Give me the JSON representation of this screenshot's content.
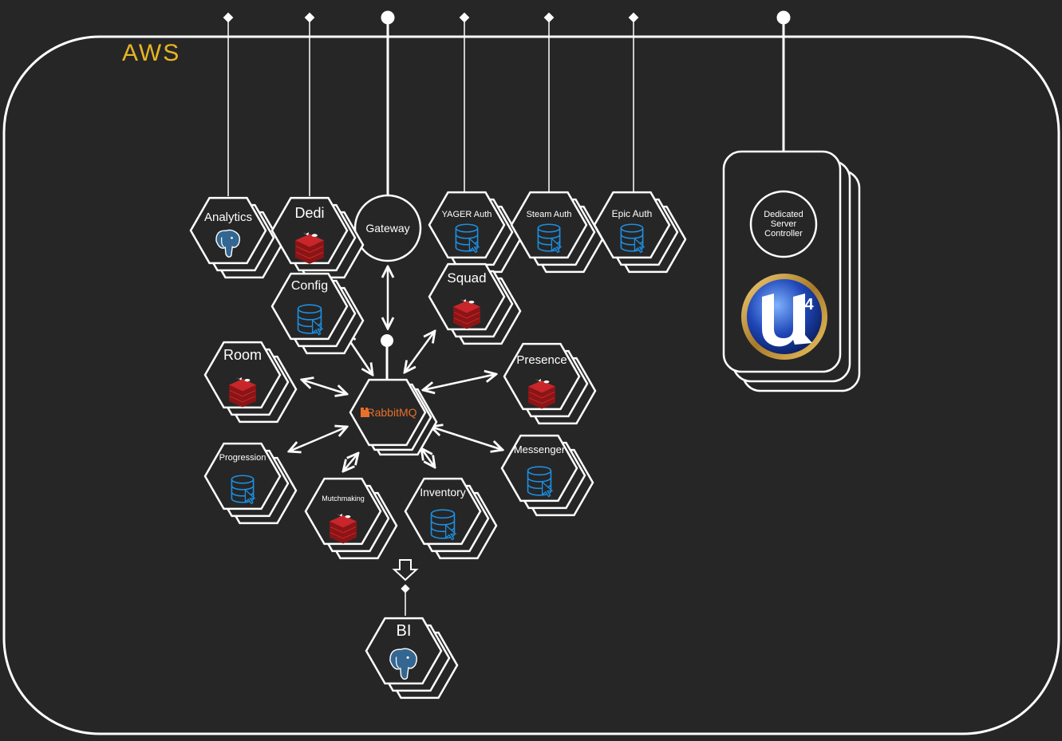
{
  "region": {
    "label": "AWS",
    "accent_color": "#e8b424"
  },
  "broker": {
    "label": "RabbitMQ",
    "icon": "rabbitmq-logo",
    "color": "#e8702a"
  },
  "gateway": {
    "label": "Gateway"
  },
  "controller": {
    "label_lines": [
      "Dedicated",
      "Server",
      "Controller"
    ],
    "icon": "unreal-engine-4-logo"
  },
  "services": [
    {
      "id": "analytics",
      "label": "Analytics",
      "icon": "postgresql-icon"
    },
    {
      "id": "dedi",
      "label": "Dedi",
      "icon": "redis-icon"
    },
    {
      "id": "yager-auth",
      "label": "YAGER Auth",
      "icon": "database-icon"
    },
    {
      "id": "steam-auth",
      "label": "Steam Auth",
      "icon": "database-icon"
    },
    {
      "id": "epic-auth",
      "label": "Epic Auth",
      "icon": "database-icon"
    },
    {
      "id": "config",
      "label": "Config",
      "icon": "database-icon"
    },
    {
      "id": "squad",
      "label": "Squad",
      "icon": "redis-icon"
    },
    {
      "id": "room",
      "label": "Room",
      "icon": "redis-icon"
    },
    {
      "id": "presence",
      "label": "Presence",
      "icon": "redis-icon"
    },
    {
      "id": "progression",
      "label": "Progression",
      "icon": "database-icon"
    },
    {
      "id": "messenger",
      "label": "Messenger",
      "icon": "database-icon"
    },
    {
      "id": "matchmaking",
      "label": "Mutchmaking",
      "icon": "redis-icon"
    },
    {
      "id": "inventory",
      "label": "Inventory",
      "icon": "database-icon"
    },
    {
      "id": "bi",
      "label": "BI",
      "icon": "postgresql-icon"
    }
  ],
  "colors": {
    "background": "#262626",
    "stroke": "#ffffff",
    "redis": "#c8262a",
    "database": "#1c8fe3",
    "postgres": "#336791"
  }
}
